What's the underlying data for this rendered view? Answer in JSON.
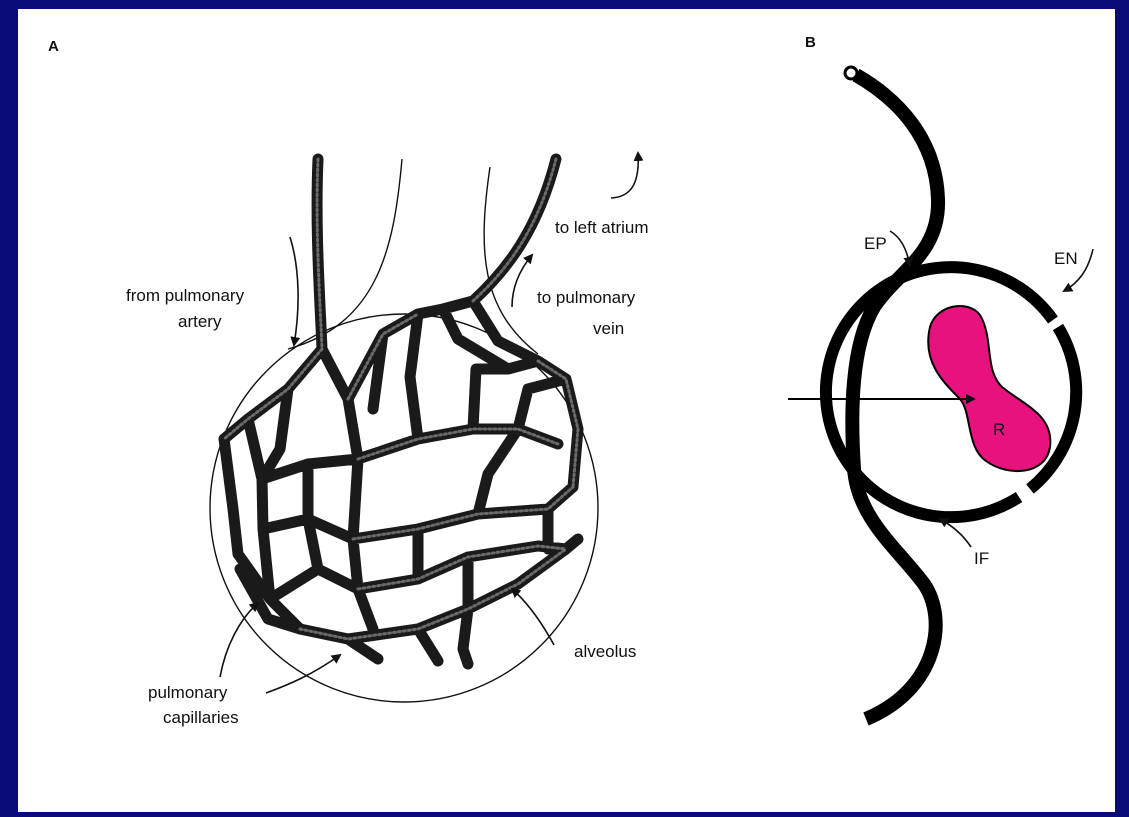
{
  "colors": {
    "background": "#0a0a78",
    "panel": "#ffffff",
    "vessel": "#1a1a1a",
    "nucleus": "#e8127e"
  },
  "panel_a": {
    "letter": "A",
    "label_from_pulmonary_artery": [
      "from pulmonary",
      "artery"
    ],
    "label_to_left_atrium": "to left atrium",
    "label_to_pulmonary_vein": [
      "to pulmonary",
      "vein"
    ],
    "label_alveolus": "alveolus",
    "label_pulmonary_capillaries": [
      "pulmonary",
      "capillaries"
    ]
  },
  "panel_b": {
    "letter": "B",
    "label_ep": "EP",
    "label_en": "EN",
    "label_if": "IF",
    "label_r": "R"
  }
}
